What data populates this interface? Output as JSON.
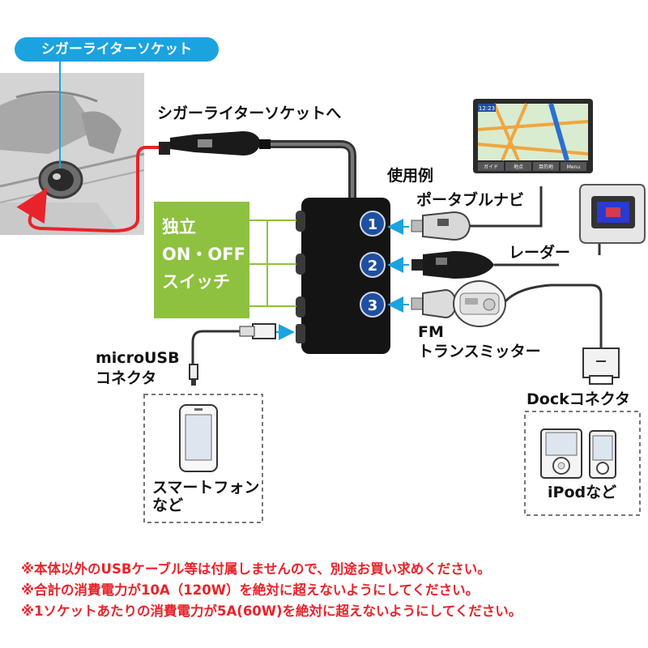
{
  "labels": {
    "cigar_socket_callout": "シガーライターソケット",
    "to_cigar_socket": "シガーライターソケットへ",
    "usage_example": "使用例",
    "portable_navi": "ポータブルナビ",
    "radar": "レーダー",
    "fm_line1": "FM",
    "fm_line2": "トランスミッター",
    "microusb_line1": "microUSB",
    "microusb_line2": "コネクタ",
    "smartphone_line1": "スマートフォン",
    "smartphone_line2": "など",
    "dock_connector": "Dockコネクタ",
    "ipod_etc": "iPodなど"
  },
  "switch_box": {
    "line1": "独立",
    "line2": "ON・OFF",
    "line3": "スイッチ"
  },
  "ports": [
    "1",
    "2",
    "3"
  ],
  "navi_screen": {
    "time": "12:23",
    "buttons": [
      "ガイド",
      "地点",
      "目的地",
      "Menu"
    ]
  },
  "notes": [
    "※本体以外のUSBケーブル等は付属しませんので、別途お買い求めください。",
    "※合計の消費電力が10A（120W）を絶対に超えないようにしてください。",
    "※1ソケットあたりの消費電力が5A(60W)を絶対に超えないようにしてください。"
  ],
  "colors": {
    "accent_blue": "#1ba3df",
    "switch_green": "#8dc13f",
    "warning_red": "#e8232a",
    "port_blue": "#1f4fa0",
    "cable_red": "#e8232a"
  }
}
